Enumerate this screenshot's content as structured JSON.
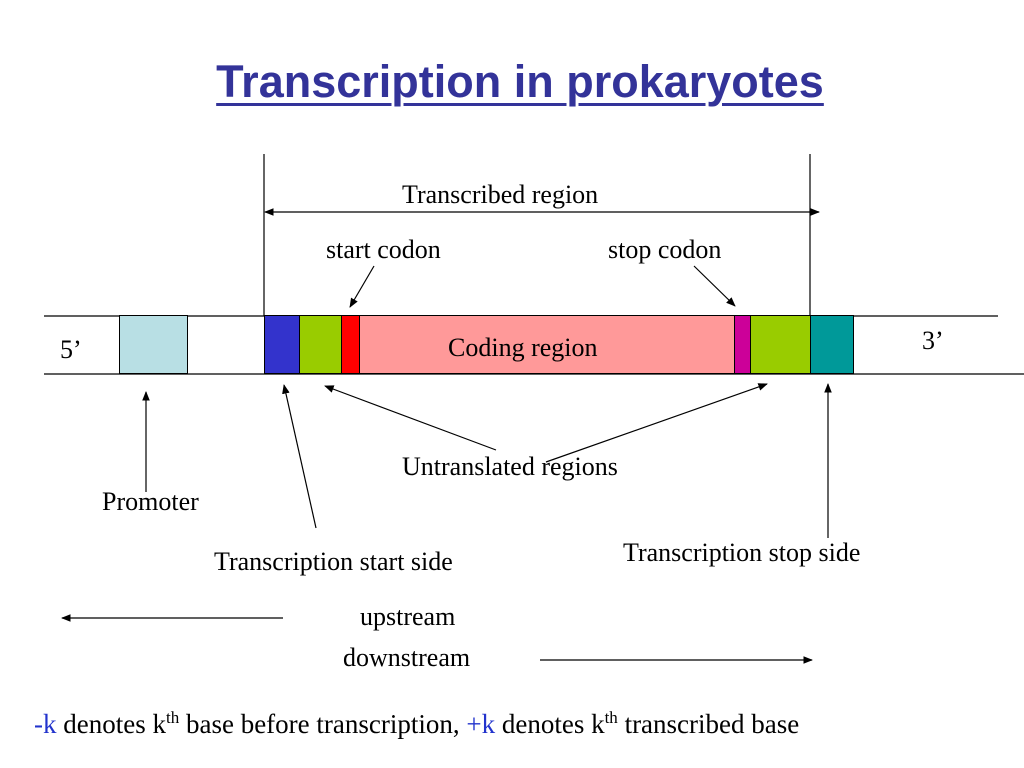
{
  "title": "Transcription in prokaryotes",
  "labels": {
    "transcribed_region": "Transcribed region",
    "start_codon": "start codon",
    "stop_codon": "stop codon",
    "coding_region": "Coding region",
    "five_prime": "5’",
    "three_prime": "3’",
    "untranslated_regions": "Untranslated regions",
    "promoter": "Promoter",
    "transcription_start": "Transcription start side",
    "transcription_stop": "Transcription stop side",
    "upstream": "upstream",
    "downstream": "downstream"
  },
  "footer": {
    "minus_k": "-k",
    "part1": " denotes k",
    "th1": "th",
    "part2": " base before transcription, ",
    "plus_k": "+k",
    "part3": " denotes k",
    "th2": "th",
    "part4": " transcribed base"
  },
  "colors": {
    "title": "#333399",
    "promoter": "#b8dfe4",
    "start_site": "#3333cc",
    "utr": "#99cc00",
    "start_codon": "#ff0000",
    "coding_region": "#ff9999",
    "stop_codon": "#cc0099",
    "terminator": "#009999",
    "highlight_blue": "#2233cc"
  }
}
